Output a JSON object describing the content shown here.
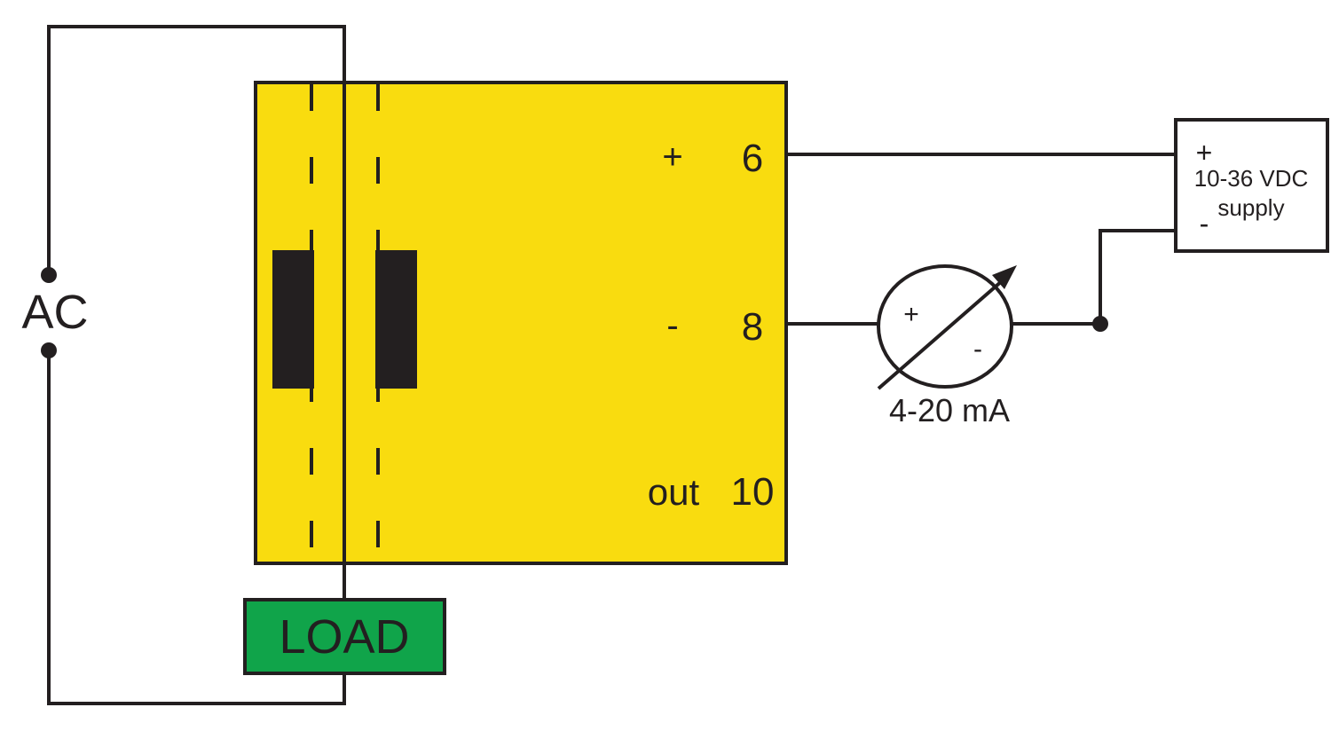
{
  "source": {
    "label": "AC"
  },
  "load": {
    "label": "LOAD"
  },
  "transducer": {
    "terminals": [
      {
        "sign": "+",
        "number": "6"
      },
      {
        "sign": "-",
        "number": "8"
      },
      {
        "sign": "out",
        "number": "10"
      }
    ]
  },
  "meter": {
    "plus": "+",
    "minus": "-",
    "label": "4-20 mA"
  },
  "supply": {
    "plus": "+",
    "line1": "10-36 VDC",
    "line2": "supply",
    "minus": "-"
  },
  "colors": {
    "transducer_fill": "#f9dc0f",
    "load_fill": "#10a44a",
    "line": "#231f20",
    "background": "#ffffff"
  }
}
